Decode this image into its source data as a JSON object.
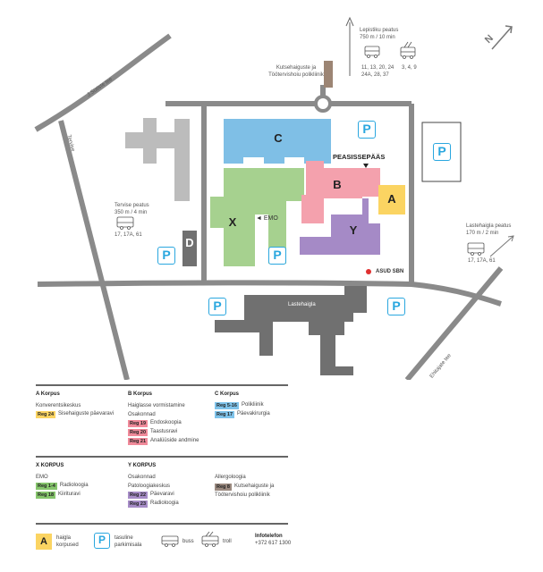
{
  "map": {
    "buildings": {
      "A": "A",
      "B": "B",
      "C": "C",
      "D": "D",
      "X": "X",
      "Y": "Y"
    },
    "labels": {
      "main_entrance": "PEASISSEPÄÄS",
      "emo": "◄ EMO",
      "asud": "ASUD SBN",
      "lastehaigla": "Lastehaigla",
      "sutiste_tee": "J.Sütiste tee",
      "tervise": "Tervise",
      "ehitajate_tee": "Ehitajate tee",
      "kutsehaiguste": "Kutsehaiguste ja Töötervishoiu polikliinik"
    },
    "stops": {
      "lepistiku": {
        "name": "Lepistiku peatus",
        "distance": "750 m / 10 min",
        "bus_lines": "11, 13, 20, 24 24A, 28, 37",
        "trolley_lines": "3, 4, 9"
      },
      "tervise": {
        "name": "Tervise peatus",
        "distance": "350 m / 4 min",
        "bus_lines": "17, 17A, 61"
      },
      "lastehaigla": {
        "name": "Lastehaigla peatus",
        "distance": "170 m / 2 min",
        "bus_lines": "17, 17A, 61"
      }
    },
    "parking_letter": "P",
    "north_letter": "N",
    "colors": {
      "A": "#fbd462",
      "B": "#f4a1ad",
      "C": "#7fbfe6",
      "X": "#a6d18f",
      "Y": "#a58ac6",
      "road": "#8a8a8a",
      "grey_building": "#bcbcbc",
      "dark_building": "#707070",
      "kutse_building": "#9c8574",
      "parking": "#2aa7df",
      "asud": "#e03030"
    }
  },
  "legend": {
    "a": {
      "title": "A Korpus",
      "lines": [
        "Konverentsikeskus"
      ],
      "regs": [
        {
          "tag": "Reg 24",
          "text": "Sisehaiguste päevaravi"
        }
      ]
    },
    "b": {
      "title": "B Korpus",
      "lines": [
        "Haiglasse vormistamine",
        "Osakonnad"
      ],
      "regs": [
        {
          "tag": "Reg 19",
          "text": "Endoskoopia"
        },
        {
          "tag": "Reg 20",
          "text": "Taastusravi"
        },
        {
          "tag": "Reg 21",
          "text": "Analüüside andmine"
        }
      ]
    },
    "c": {
      "title": "C Korpus",
      "regs": [
        {
          "tag": "Reg 5-16",
          "text": "Polikliinik"
        },
        {
          "tag": "Reg 17",
          "text": "Päevakirurgia"
        }
      ]
    },
    "x": {
      "title": "X KORPUS",
      "lines": [
        "EMO"
      ],
      "regs": [
        {
          "tag": "Reg 1-4",
          "text": "Radioloogia"
        },
        {
          "tag": "Reg 18",
          "text": "Kiirituravi"
        }
      ]
    },
    "y": {
      "title": "Y KORPUS",
      "lines": [
        "Osakonnad",
        "Patoloogiakeskus"
      ],
      "regs": [
        {
          "tag": "Reg 22",
          "text": "Päevaravi"
        },
        {
          "tag": "Reg 23",
          "text": "Radioloogia"
        }
      ]
    },
    "other": {
      "lines": [
        "Allergoloogia"
      ],
      "reg": {
        "tag": "Reg 8",
        "text": "Kutsehaiguste ja"
      },
      "extra": "Töötervishoiu polikliinik"
    },
    "key": {
      "a_letter": "A",
      "a_text": "haigla korpused",
      "p_letter": "P",
      "p_text": "tasuline parkimisala",
      "bus": "buss",
      "trolley": "troll",
      "info_label": "Infotelefon",
      "info_phone": "+372 617 1300"
    }
  }
}
